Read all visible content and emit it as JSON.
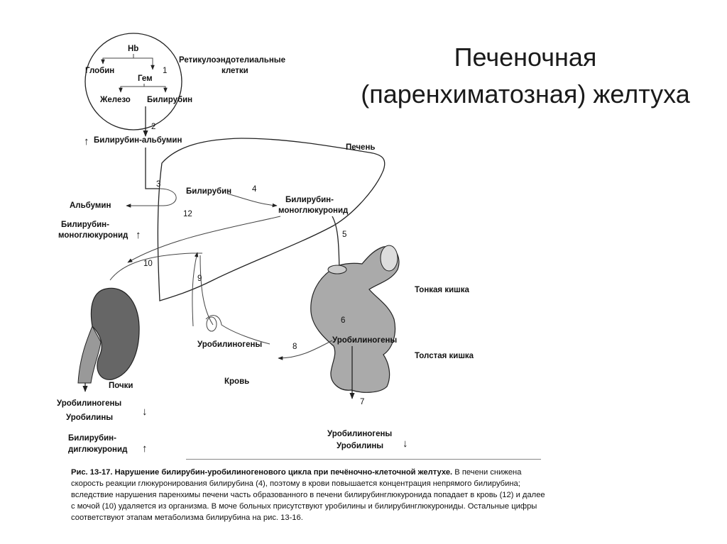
{
  "slide": {
    "title_line1": "Печеночная",
    "title_line2": "(паренхиматозная) желтуха"
  },
  "diagram": {
    "hb": "Hb",
    "globin": "Глобин",
    "gem": "Гем",
    "num1": "1",
    "reticulo_line1": "Ретикулоэндотелиальные",
    "reticulo_line2": "клетки",
    "iron": "Железо",
    "bilirubin_top": "Билирубин",
    "num2": "2",
    "bilirubin_albumin": "Билирубин-альбумин",
    "liver": "Печень",
    "num3": "3",
    "bilirubin_liver": "Билирубин",
    "num4": "4",
    "mono_liver_line1": "Билирубин-",
    "mono_liver_line2": "моноглюкуронид",
    "albumin": "Альбумин",
    "num12": "12",
    "mono_blood_line1": "Билирубин-",
    "mono_blood_line2": "моноглюкуронид",
    "num5": "5",
    "num10": "10",
    "num9": "9",
    "small_intestine": "Тонкая кишка",
    "num6": "6",
    "urobilinogens_gut": "Уробилиногены",
    "large_intestine": "Толстая кишка",
    "urobilinogens_blood": "Уробилиногены",
    "num8": "8",
    "kidneys": "Почки",
    "blood": "Кровь",
    "num7": "7",
    "urine_urobilinogens": "Уробилиногены",
    "urine_urobilins": "Уробилины",
    "urine_bdg_line1": "Билирубин-",
    "urine_bdg_line2": "диглюкуронид",
    "feces_urobilinogens": "Уробилиногены",
    "feces_urobilins": "Уробилины",
    "arrow_up": "↑",
    "arrow_down": "↓"
  },
  "caption": {
    "bold": "Рис. 13-17. Нарушение билирубин-уробилиногенового цикла при печёночно-клеточной желтухе.",
    "text": " В печени снижена скорость реакции глюкуронирования билирубина (4), поэтому в крови повышается концентрация непрямого билирубина; вследствие нарушения паренхимы печени часть образованного в печени билирубинглюкуронида попадает в кровь (12) и далее с мочой (10) удаляется из организма. В моче больных присутствуют уробилины и билирубинглюкурониды. Остальные цифры соответствуют этапам метаболизма билирубина на рис. 13-16."
  }
}
